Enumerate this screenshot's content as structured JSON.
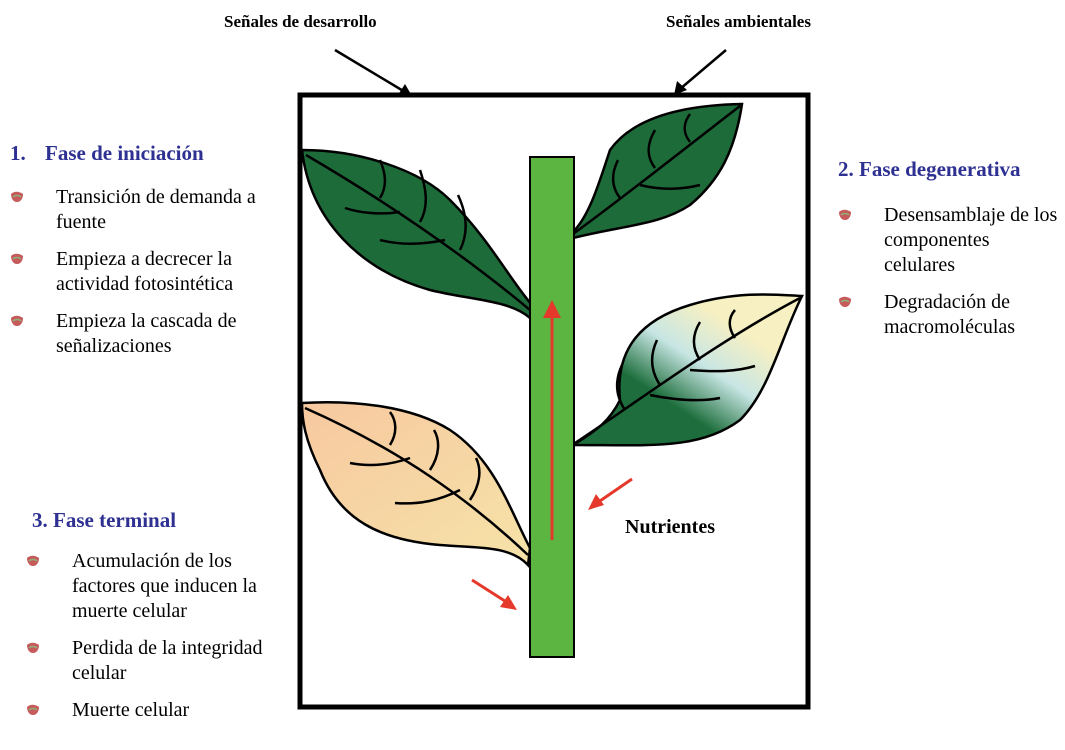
{
  "labels": {
    "developmental_signals": "Señales de desarrollo",
    "environmental_signals": "Señales ambientales",
    "nutrients": "Nutrientes"
  },
  "phase1": {
    "number": "1.",
    "title": "Fase de iniciación",
    "bullets": [
      "Transición de demanda a fuente",
      "Empieza a decrecer  la actividad fotosintética",
      "Empieza la cascada de señalizaciones"
    ]
  },
  "phase2": {
    "title": "2. Fase degenerativa",
    "bullets": [
      "Desensamblaje de los componentes celulares",
      "Degradación de macromoléculas"
    ]
  },
  "phase3": {
    "title": "3. Fase terminal",
    "bullets": [
      "Acumulación de los factores que inducen la muerte celular",
      "Perdida de la integridad celular",
      "Muerte celular"
    ]
  },
  "colors": {
    "heading": "#2e3192",
    "leaf_green": "#1e6b3a",
    "stem_green": "#5cb540",
    "arrow_red": "#e53a2b",
    "senescent_leaf": "#f4c995"
  }
}
